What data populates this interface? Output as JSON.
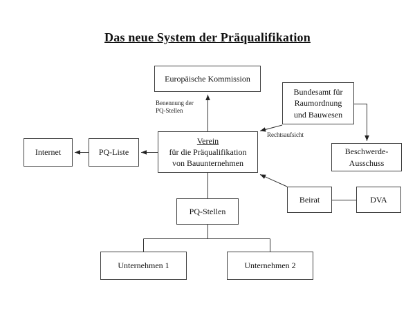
{
  "title": "Das neue System der Präqualifikation",
  "nodes": {
    "europaeische_kommission": {
      "label": "Europäische Kommission"
    },
    "bundesamt": {
      "label": "Bundesamt für\nRaumordnung\nund Bauwesen"
    },
    "beschwerde_ausschuss": {
      "label": "Beschwerde-\nAusschuss"
    },
    "internet": {
      "label": "Internet"
    },
    "pq_liste": {
      "label": "PQ-Liste"
    },
    "verein": {
      "line1": "Verein",
      "line2": "für die Präqualifikation",
      "line3": "von Bauunternehmen"
    },
    "beirat": {
      "label": "Beirat"
    },
    "dva": {
      "label": "DVA"
    },
    "pq_stellen": {
      "label": "PQ-Stellen"
    },
    "unternehmen_1": {
      "label": "Unternehmen 1"
    },
    "unternehmen_2": {
      "label": "Unternehmen 2"
    }
  },
  "edge_labels": {
    "benennung": "Benennung der\nPQ-Stellen",
    "rechtsaufsicht": "Rechtsaufsicht"
  },
  "edges": [
    {
      "from": "Verein",
      "to": "Europäische Kommission",
      "type": "arrow",
      "label": "Benennung der PQ-Stellen"
    },
    {
      "from": "Verein",
      "to": "PQ-Liste",
      "type": "arrow"
    },
    {
      "from": "PQ-Liste",
      "to": "Internet",
      "type": "arrow"
    },
    {
      "from": "Bundesamt für Raumordnung und Bauwesen",
      "to": "Verein",
      "type": "arrow",
      "label": "Rechtsaufsicht"
    },
    {
      "from": "Bundesamt für Raumordnung und Bauwesen",
      "to": "Beschwerde-Ausschuss",
      "type": "arrow"
    },
    {
      "from": "Beirat",
      "to": "Verein",
      "type": "arrow"
    },
    {
      "from": "Beirat",
      "to": "DVA",
      "type": "line"
    },
    {
      "from": "Verein",
      "to": "PQ-Stellen",
      "type": "line"
    },
    {
      "from": "PQ-Stellen",
      "to": "Unternehmen 1",
      "type": "line"
    },
    {
      "from": "PQ-Stellen",
      "to": "Unternehmen 2",
      "type": "line"
    }
  ],
  "colors": {
    "background": "#ffffff",
    "box_border": "#404040",
    "line": "#333333",
    "text": "#111111"
  }
}
